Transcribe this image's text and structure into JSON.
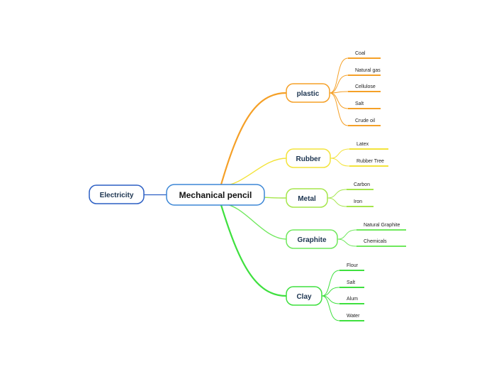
{
  "center": {
    "label": "Mechanical pencil",
    "color": "#3b86d6"
  },
  "left": {
    "label": "Electricity",
    "color": "#2c5fc4"
  },
  "branches": [
    {
      "label": "plastic",
      "color": "#f5a027",
      "leaves": [
        "Coal",
        "Natural gas",
        "Cellulose",
        "Salt",
        "Crude oil"
      ]
    },
    {
      "label": "Rubber",
      "color": "#f3e33a",
      "leaves": [
        "Latex",
        "Rubber Tree"
      ]
    },
    {
      "label": "Metal",
      "color": "#a5e64b",
      "leaves": [
        "Carbon",
        "Iron"
      ]
    },
    {
      "label": "Graphite",
      "color": "#6fe85c",
      "leaves": [
        "Natural Graphite",
        "Chemicals"
      ]
    },
    {
      "label": "Clay",
      "color": "#3fe03f",
      "leaves": [
        "Flour",
        "Salt",
        "Alum",
        "Water"
      ]
    }
  ]
}
